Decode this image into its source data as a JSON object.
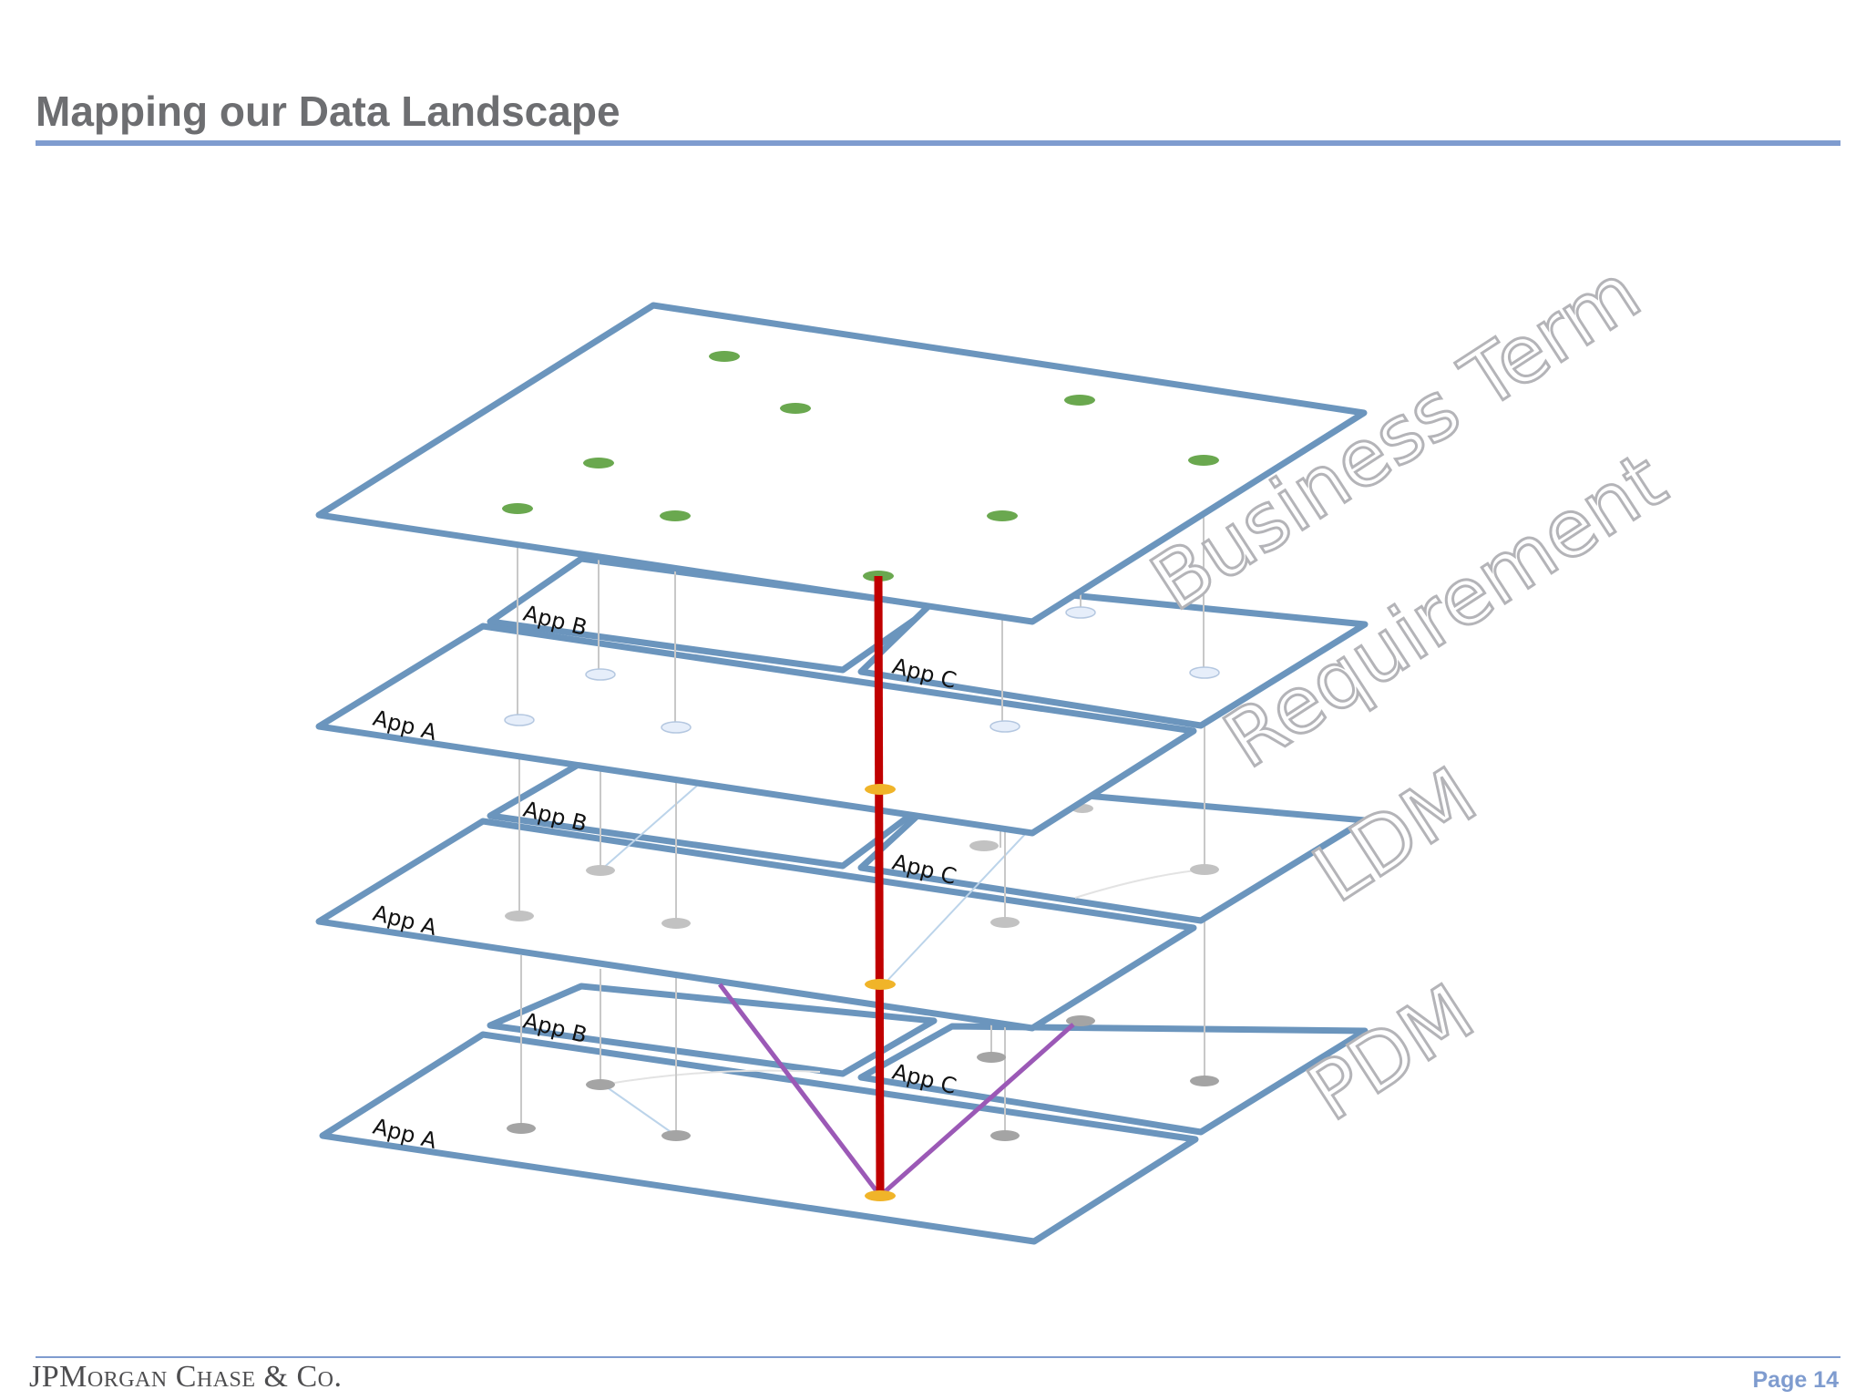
{
  "header": {
    "title": "Mapping our Data Landscape"
  },
  "footer": {
    "logo_text": "JPMorgan Chase & Co.",
    "page": "Page 14"
  },
  "diagram": {
    "layers": [
      {
        "name": "Business Term",
        "dot_color": "#6aa84f",
        "apps": []
      },
      {
        "name": "Requirement",
        "dot_color": "#e6eefa",
        "apps": [
          "App A",
          "App B",
          "App C"
        ]
      },
      {
        "name": "LDM",
        "dot_color": "#c2c2c2",
        "apps": [
          "App A",
          "App B",
          "App C"
        ]
      },
      {
        "name": "PDM",
        "dot_color": "#a4a4a4",
        "apps": [
          "App A",
          "App B",
          "App C"
        ]
      }
    ],
    "colors": {
      "plane_border": "#6b95bd",
      "lineage_line": "#c00000",
      "related_lines": "#9b59b6",
      "mapped_node": "#f0b429"
    }
  }
}
